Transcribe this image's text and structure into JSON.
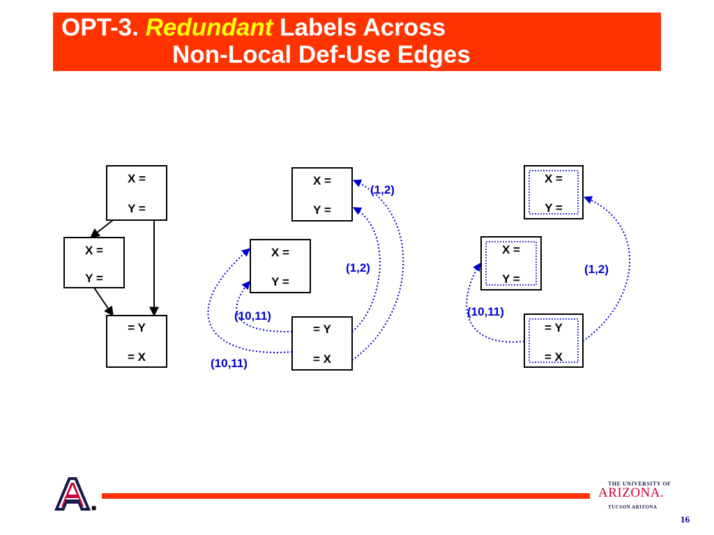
{
  "title": {
    "prefix": "OPT-3.",
    "emphasis": "Redundant",
    "rest": "Labels Across",
    "line2": "Non-Local Def-Use Edges"
  },
  "colors": {
    "title_bar": "#ff3300",
    "title_text": "#ffffff",
    "title_emphasis": "#ffff00",
    "edge_label": "#0000cc",
    "dotted_edge": "#0000cc",
    "footer_bar": "#ff3300",
    "logo_red": "#cc0033",
    "logo_navy": "#1a1a4a"
  },
  "diagrams": [
    {
      "nodes": [
        {
          "lines": [
            "X =",
            "Y ="
          ]
        },
        {
          "lines": [
            "X =",
            "Y ="
          ]
        },
        {
          "lines": [
            "= Y",
            "= X"
          ]
        }
      ],
      "edge_labels": []
    },
    {
      "nodes": [
        {
          "lines": [
            "X =",
            "Y ="
          ]
        },
        {
          "lines": [
            "X =",
            "Y ="
          ]
        },
        {
          "lines": [
            "= Y",
            "= X"
          ]
        }
      ],
      "edge_labels": [
        "(1,2)",
        "(1,2)",
        "(10,11)",
        "(10,11)"
      ]
    },
    {
      "nodes": [
        {
          "lines": [
            "X =",
            "Y ="
          ]
        },
        {
          "lines": [
            "X =",
            "Y ="
          ]
        },
        {
          "lines": [
            "= Y",
            "= X"
          ]
        }
      ],
      "edge_labels": [
        "(1,2)",
        "(10,11)"
      ]
    }
  ],
  "footer": {
    "university_small": "THE UNIVERSITY OF",
    "university_name": "ARIZONA.",
    "university_sub": "TUCSON ARIZONA",
    "page_number": "16"
  }
}
